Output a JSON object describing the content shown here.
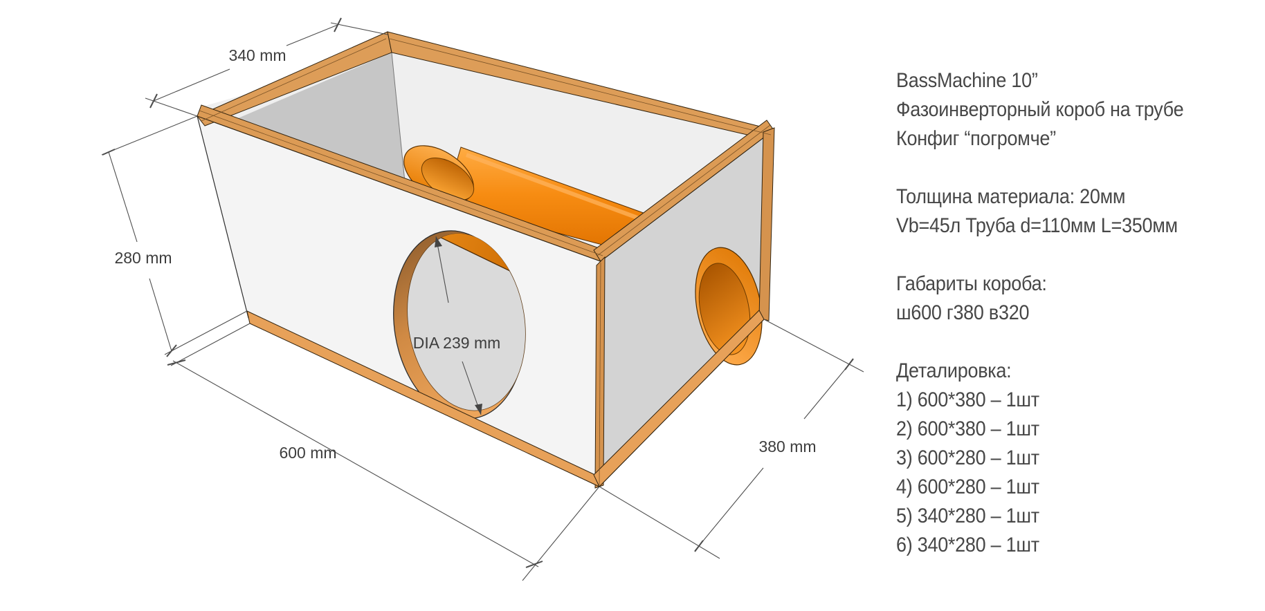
{
  "info_panel": {
    "title": "BassMachine 10”",
    "subtitle": "Фазоинверторный короб на трубе",
    "config": "Конфиг “погромче”",
    "material": "Толщина материала: 20мм",
    "volume_port": "Vb=45л Труба d=110мм L=350мм",
    "overall_heading": "Габариты короба:",
    "overall_dims": "ш600 г380 в320",
    "parts_heading": "Деталировка:",
    "parts": [
      "1) 600*380 – 1шт",
      "2) 600*380 – 1шт",
      "3) 600*280 – 1шт",
      "4) 600*280 – 1шт",
      "5) 340*280 – 1шт",
      "6) 340*280 – 1шт"
    ]
  },
  "drawing": {
    "dim_top_width": "340 mm",
    "dim_left_height": "280 mm",
    "dim_bottom_length": "600 mm",
    "dim_right_depth": "380 mm",
    "dim_hole_diameter": "DIA 239 mm",
    "colors": {
      "wood_edge": "#DC9B55",
      "port_orange": "#F7941D",
      "panel_front": "#F4F4F4",
      "panel_side": "#D3D3D3",
      "inner_wall": "#C6C6C6",
      "dim_line": "#4D4D4D"
    }
  }
}
